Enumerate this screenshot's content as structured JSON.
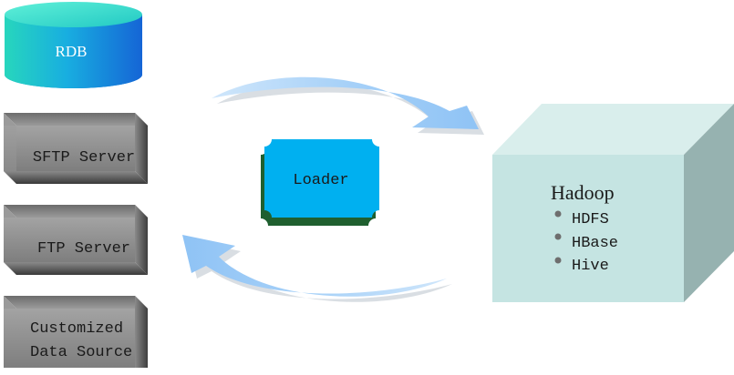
{
  "sources": {
    "rdb": "RDB",
    "sftp": "SFTP Server",
    "ftp": "FTP Server",
    "custom_line1": "Customized",
    "custom_line2": "Data Source"
  },
  "loader": "Loader",
  "hadoop": {
    "title": "Hadoop",
    "items": [
      "HDFS",
      "HBase",
      "Hive"
    ]
  },
  "colors": {
    "cylinder_top": "#35dcc8",
    "cylinder_body_left": "#1ec9b0",
    "cylinder_body_right": "#1470d8",
    "server_box": "#8f8f8f",
    "loader_fill": "#00b0f0",
    "loader_shadow": "#1f5f2f",
    "arrow": "#9fcdf7",
    "hadoop_front": "#c5e4e2",
    "hadoop_side": "#96b2b0",
    "hadoop_top": "#d9eeec"
  }
}
